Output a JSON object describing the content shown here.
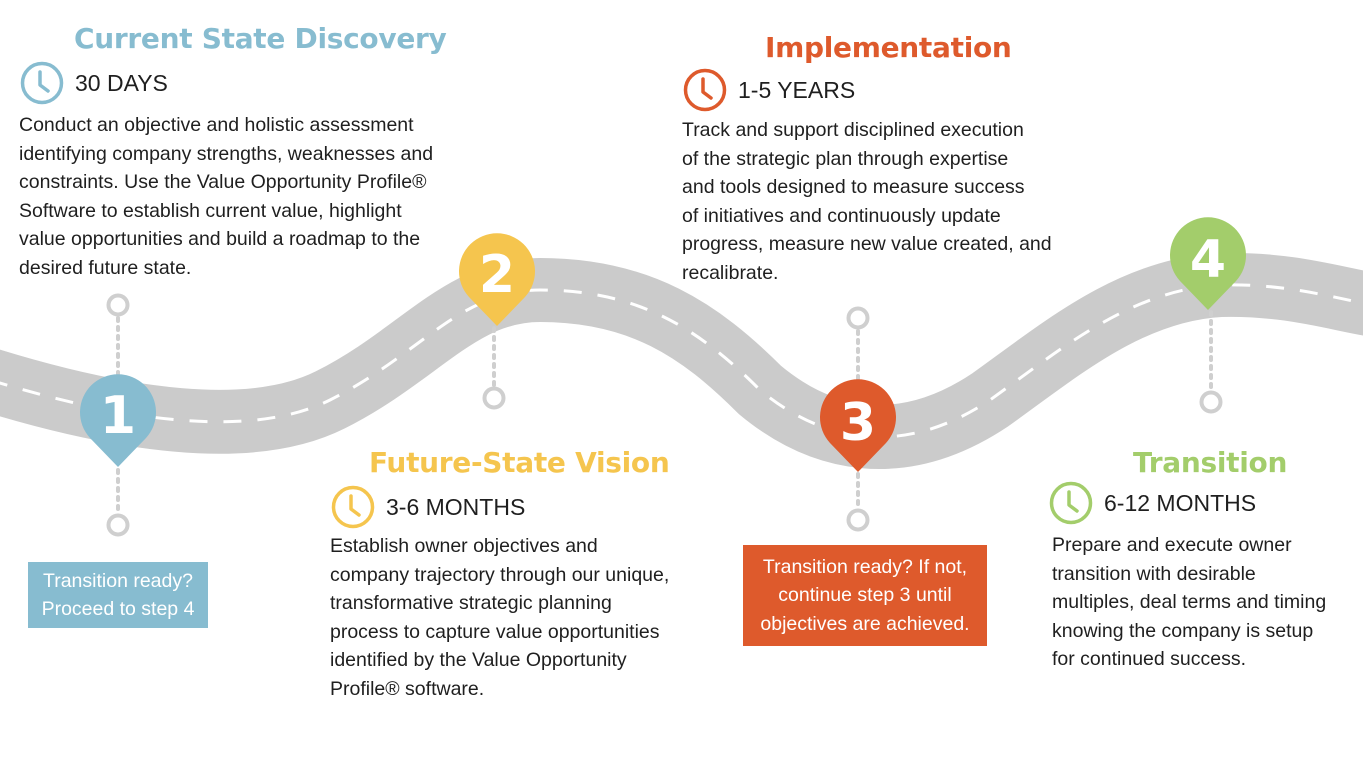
{
  "colors": {
    "road": "#cbcbcb",
    "road_dash": "#ffffff",
    "connector": "#cfcfcf",
    "step1": "#87bcd0",
    "step2": "#f5c54e",
    "step3": "#de5a2c",
    "step4": "#a3cd6b"
  },
  "steps": [
    {
      "number": "1",
      "title": "Current State Discovery",
      "duration": "30 DAYS",
      "description_lines": [
        "Conduct an objective and holistic assessment",
        "identifying company strengths, weaknesses and",
        "constraints. Use the Value Opportunity Profile®",
        "Software to establish current value, highlight",
        "value opportunities and build a roadmap to the",
        "desired future state."
      ],
      "note_lines": [
        "Transition ready?",
        "Proceed to step 4"
      ],
      "icon": "clock-icon"
    },
    {
      "number": "2",
      "title": "Future-State Vision",
      "duration": "3-6 MONTHS",
      "description_lines": [
        "Establish owner objectives and",
        "company trajectory through our unique,",
        "transformative strategic planning",
        "process to capture value opportunities",
        "identified by the Value Opportunity",
        "Profile® software."
      ],
      "icon": "clock-icon"
    },
    {
      "number": "3",
      "title": "Implementation",
      "duration": "1-5 YEARS",
      "description_lines": [
        "Track and support disciplined execution",
        "of the strategic plan through expertise",
        "and tools designed to measure success",
        "of initiatives and continuously update",
        "progress, measure new value created, and",
        "recalibrate."
      ],
      "note_lines": [
        "Transition ready? If not,",
        "continue step 3 until",
        "objectives are achieved."
      ],
      "icon": "clock-icon"
    },
    {
      "number": "4",
      "title": "Transition",
      "duration": "6-12 MONTHS",
      "description_lines": [
        "Prepare and execute owner",
        "transition with desirable",
        "multiples, deal terms and timing",
        "knowing the company is setup",
        "for continued success."
      ],
      "icon": "clock-icon"
    }
  ]
}
